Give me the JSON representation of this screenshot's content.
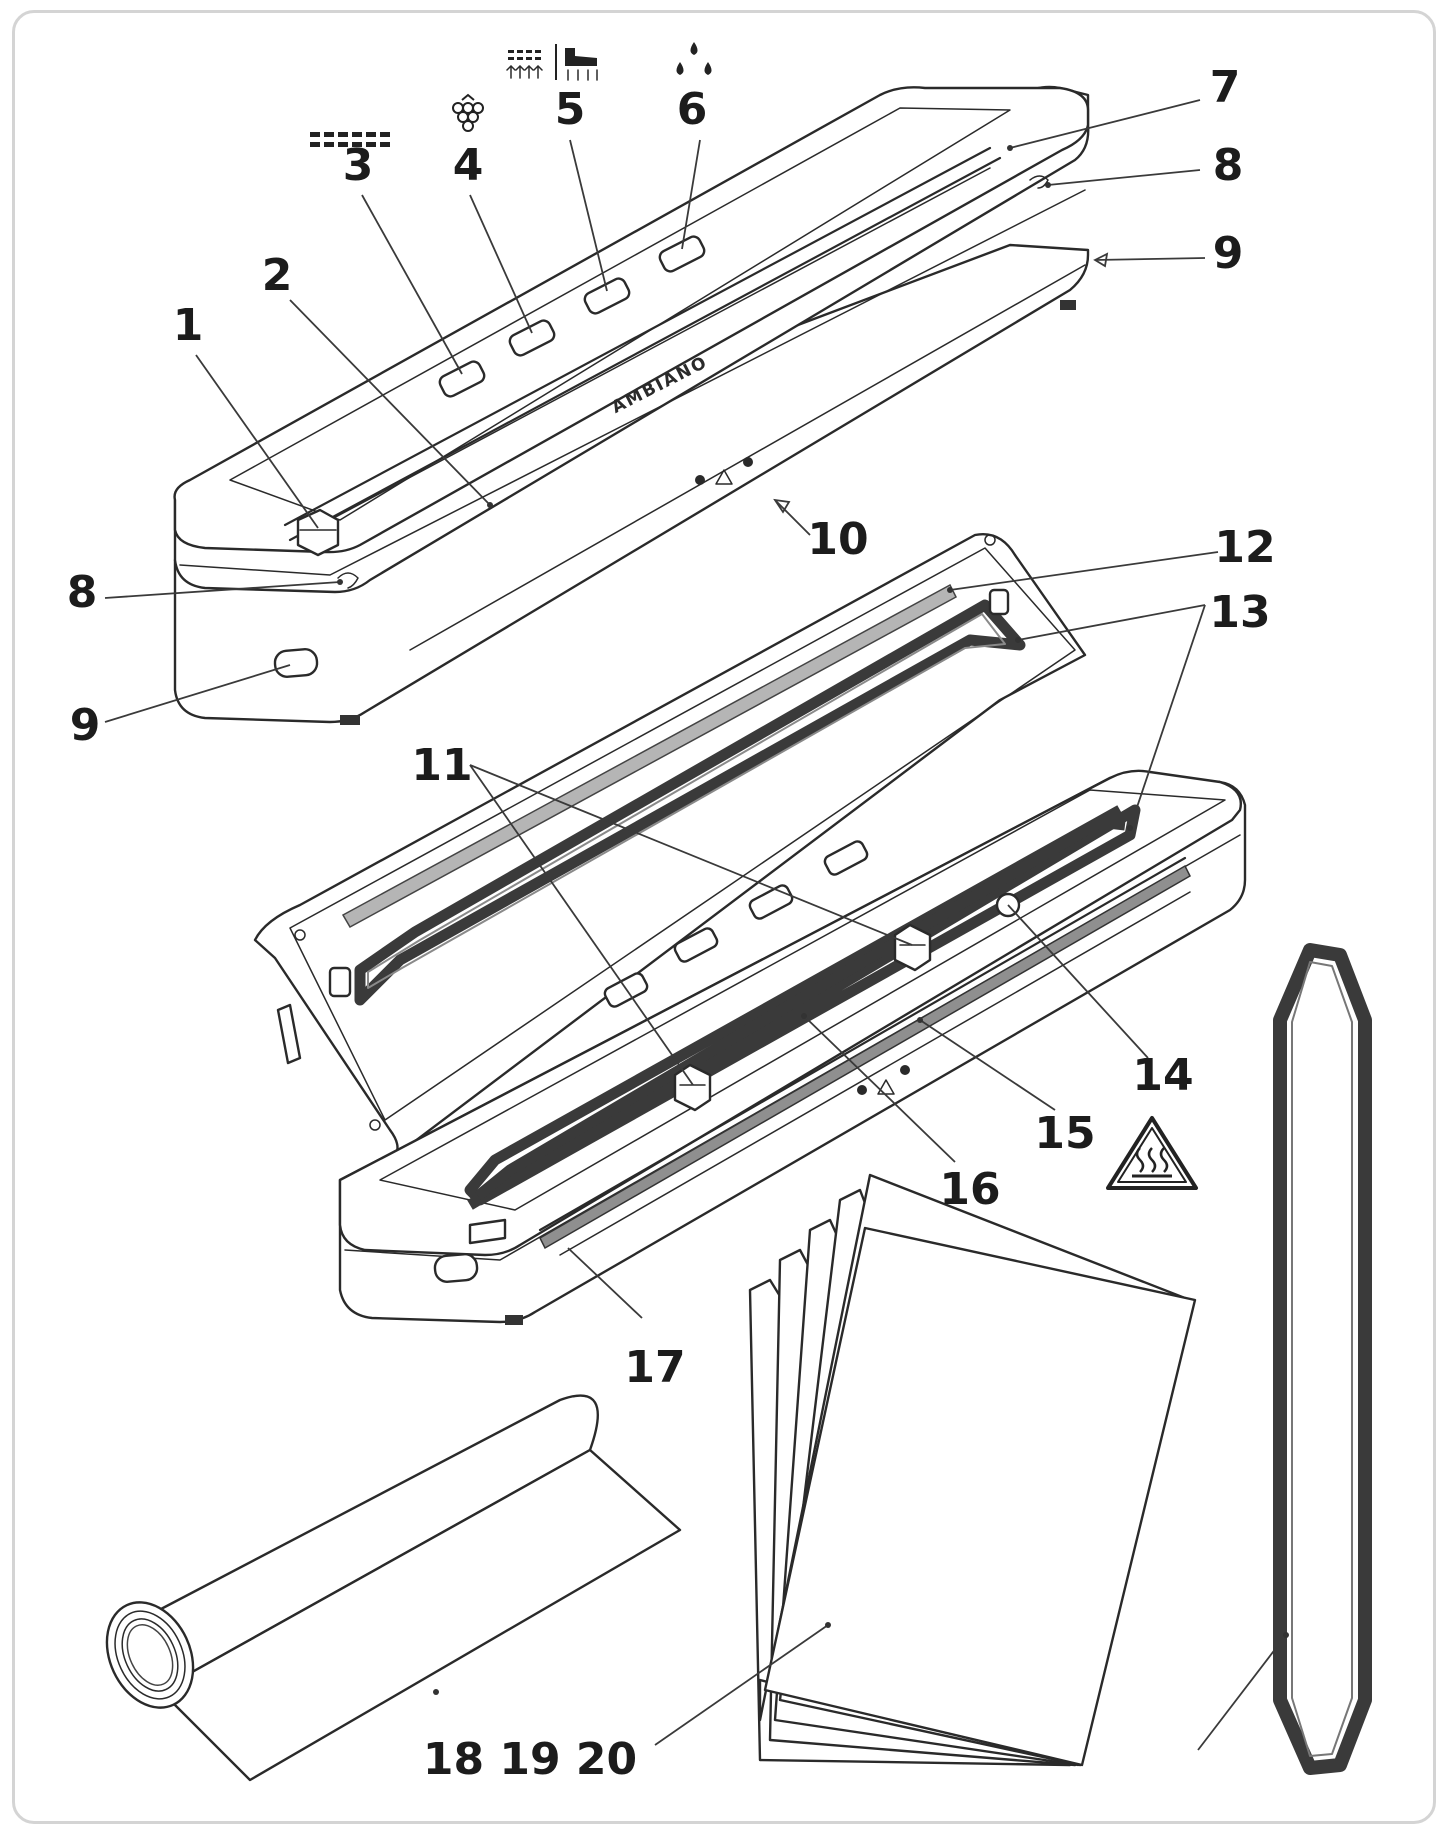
{
  "brand_text": "AMBIANO",
  "icons": {
    "button_3": "vacuum-dots-icon",
    "button_4": "food-grapes-icon",
    "button_5": "seal-heat-icon",
    "button_6": "moist-drops-icon",
    "warning": "hot-surface-warning-icon"
  },
  "callouts": [
    {
      "id": "c1",
      "text": "1"
    },
    {
      "id": "c2",
      "text": "2"
    },
    {
      "id": "c3",
      "text": "3"
    },
    {
      "id": "c4",
      "text": "4"
    },
    {
      "id": "c5",
      "text": "5"
    },
    {
      "id": "c6",
      "text": "6"
    },
    {
      "id": "c7",
      "text": "7"
    },
    {
      "id": "c8a",
      "text": "8"
    },
    {
      "id": "c8b",
      "text": "8"
    },
    {
      "id": "c9a",
      "text": "9"
    },
    {
      "id": "c9b",
      "text": "9"
    },
    {
      "id": "c10",
      "text": "10"
    },
    {
      "id": "c11",
      "text": "11"
    },
    {
      "id": "c12",
      "text": "12"
    },
    {
      "id": "c13",
      "text": "13"
    },
    {
      "id": "c14",
      "text": "14"
    },
    {
      "id": "c15",
      "text": "15"
    },
    {
      "id": "c16",
      "text": "16"
    },
    {
      "id": "c17",
      "text": "17"
    },
    {
      "id": "c18",
      "text": "18 19 20"
    }
  ]
}
